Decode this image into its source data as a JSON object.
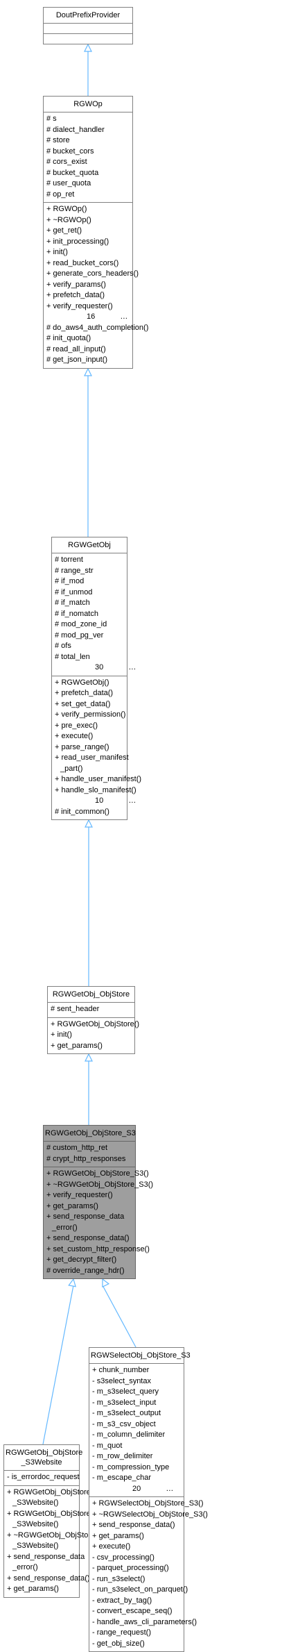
{
  "colors": {
    "edge": "#63b8ff",
    "border": "#808080",
    "selected_fill": "#9e9e9e"
  },
  "classes": {
    "dout": {
      "name": "DoutPrefixProvider",
      "attributes": [],
      "methods": []
    },
    "rgwop": {
      "name": "RGWOp",
      "attributes": [
        "# s",
        "# dialect_handler",
        "# store",
        "# bucket_cors",
        "# cors_exist",
        "# bucket_quota",
        "# user_quota",
        "# op_ret"
      ],
      "methods": [
        "+ RGWOp()",
        "+ ~RGWOp()",
        "+ get_ret()",
        "+ init_processing()",
        "+ init()",
        "+ read_bucket_cors()",
        "+ generate_cors_headers()",
        "+ verify_params()",
        "+ prefetch_data()",
        "+ verify_requester()",
        "　　　　　 16　　 　…",
        "# do_aws4_auth_completion()",
        "# init_quota()",
        "# read_all_input()",
        "# get_json_input()"
      ]
    },
    "rgwgetobj": {
      "name": "RGWGetObj",
      "attributes": [
        "# torrent",
        "# range_str",
        "# if_mod",
        "# if_unmod",
        "# if_match",
        "# if_nomatch",
        "# mod_zone_id",
        "# mod_pg_ver",
        "# ofs",
        "# total_len",
        "　　　　　 30　　 　…"
      ],
      "methods": [
        "+ RGWGetObj()",
        "+ prefetch_data()",
        "+ set_get_data()",
        "+ verify_permission()",
        "+ pre_exec()",
        "+ execute()",
        "+ parse_range()",
        [
          "+ read_user_manifest",
          "_part()"
        ],
        "+ handle_user_manifest()",
        "+ handle_slo_manifest()",
        "　　　　　 10　　 　…",
        "# init_common()"
      ]
    },
    "objstore": {
      "name": "RGWGetObj_ObjStore",
      "attributes": [
        "# sent_header"
      ],
      "methods": [
        "+ RGWGetObj_ObjStore()",
        "+ init()",
        "+ get_params()"
      ]
    },
    "s3": {
      "name": "RGWGetObj_ObjStore_S3",
      "attributes": [
        "# custom_http_ret",
        "# crypt_http_responses"
      ],
      "methods": [
        "+ RGWGetObj_ObjStore_S3()",
        "+ ~RGWGetObj_ObjStore_S3()",
        "+ verify_requester()",
        "+ get_params()",
        [
          "+ send_response_data",
          "_error()"
        ],
        "+ send_response_data()",
        "+ set_custom_http_response()",
        "+ get_decrypt_filter()",
        "# override_range_hdr()"
      ]
    },
    "website": {
      "name": [
        "RGWGetObj_ObjStore",
        "_S3Website"
      ],
      "attributes": [
        "- is_errordoc_request"
      ],
      "methods": [
        [
          "+ RGWGetObj_ObjStore",
          "_S3Website()"
        ],
        [
          "+ RGWGetObj_ObjStore",
          "_S3Website()"
        ],
        [
          "+ ~RGWGetObj_ObjStore",
          "_S3Website()"
        ],
        [
          "+ send_response_data",
          "_error()"
        ],
        "+ send_response_data()",
        "+ get_params()"
      ]
    },
    "select": {
      "name": "RGWSelectObj_ObjStore_S3",
      "attributes": [
        "+ chunk_number",
        "- s3select_syntax",
        "- m_s3select_query",
        "- m_s3select_input",
        "- m_s3select_output",
        "- m_s3_csv_object",
        "- m_column_delimiter",
        "- m_quot",
        "- m_row_delimiter",
        "- m_compression_type",
        "- m_escape_char",
        "　　　　　 20　　 　…"
      ],
      "methods": [
        "+ RGWSelectObj_ObjStore_S3()",
        "+ ~RGWSelectObj_ObjStore_S3()",
        "+ send_response_data()",
        "+ get_params()",
        "+ execute()",
        "- csv_processing()",
        "- parquet_processing()",
        "- run_s3select()",
        "- run_s3select_on_parquet()",
        "- extract_by_tag()",
        "- convert_escape_seq()",
        "- handle_aws_cli_parameters()",
        "- range_request()",
        "- get_obj_size()"
      ]
    }
  }
}
